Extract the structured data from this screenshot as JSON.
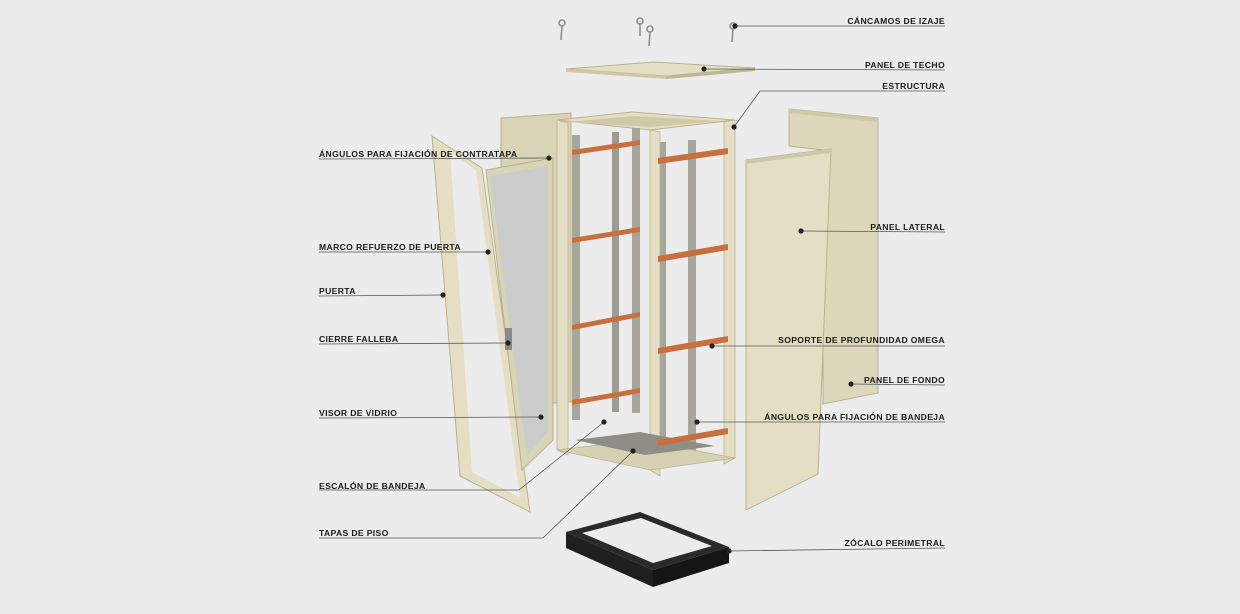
{
  "colors": {
    "background": "#ececec",
    "panel": "#e4dfc4",
    "panel_shade": "#cfc9a8",
    "panel_edge": "#b9b291",
    "rail": "#a7a69c",
    "rail_dark": "#7e7d75",
    "copper": "#c8703d",
    "plinth": "#2a2a2a",
    "glass": "#c9cccb",
    "leader": "#555555",
    "dot": "#222222"
  },
  "labels_left": [
    "ÁNGULOS PARA FIJACIÓN DE CONTRATAPA",
    "MARCO REFUERZO DE PUERTA",
    "PUERTA",
    "CIERRE FALLEBA",
    "VISOR DE VIDRIO",
    "ESCALÓN DE BANDEJA",
    "TAPAS DE PISO"
  ],
  "labels_right": [
    "CÁNCAMOS DE IZAJE",
    "PANEL DE TECHO",
    "ESTRUCTURA",
    "PANEL LATERAL",
    "SOPORTE DE PROFUNDIDAD OMEGA",
    "PANEL DE FONDO",
    "ÁNGULOS PARA FIJACIÓN DE BANDEJA",
    "ZÓCALO PERIMETRAL"
  ]
}
